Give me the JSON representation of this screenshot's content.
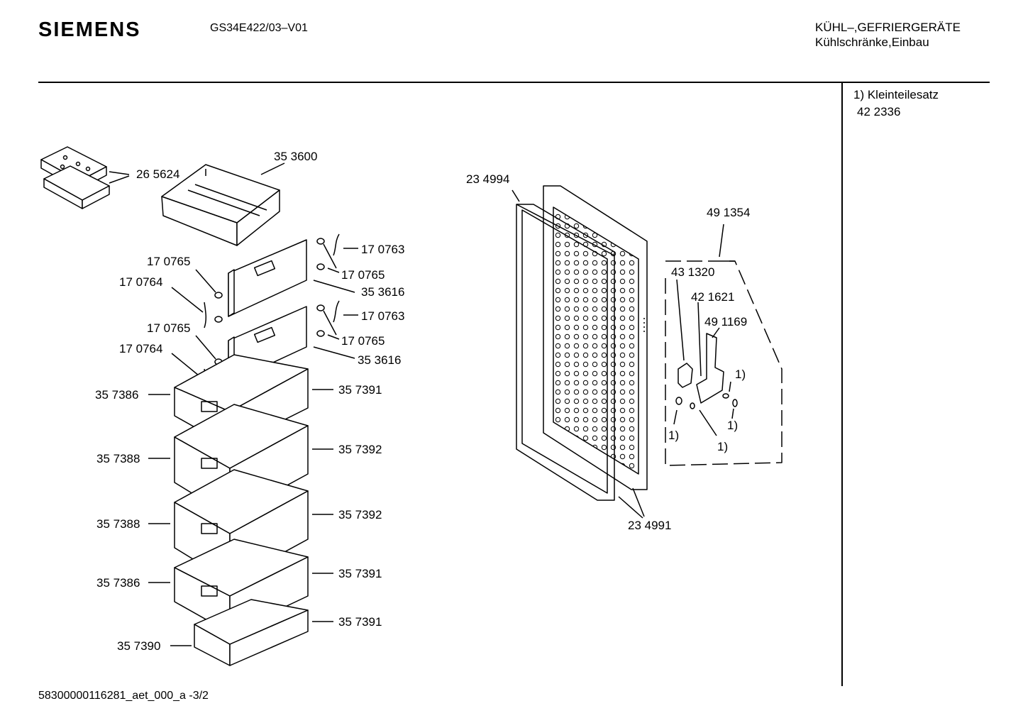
{
  "header": {
    "brand": "SIEMENS",
    "model": "GS34E422/03–V01",
    "category_line1": "KÜHL–,GEFRIERGERÄTE",
    "category_line2": "Kühlschränke,Einbau"
  },
  "notes": {
    "line1": "1) Kleinteilesatz",
    "line2": "42 2336"
  },
  "footer": "58300000116281_aet_000_a  -3/2",
  "parts": {
    "ice_packs": "26 5624",
    "top_tray": "35 3600",
    "hinge_pin_r1": "17 0763",
    "cap_r1": "17 0765",
    "flap_1": "35 3616",
    "cap_l1": "17 0765",
    "hinge_pin_l1": "17 0764",
    "hinge_pin_r2": "17 0763",
    "cap_r2": "17 0765",
    "flap_2": "35 3616",
    "cap_l2": "17 0765",
    "hinge_pin_l2": "17 0764",
    "drawer1_body": "35 7386",
    "drawer1_front": "35 7391",
    "drawer2_body": "35 7388",
    "drawer2_front": "35 7392",
    "drawer3_body": "35 7388",
    "drawer3_front": "35 7392",
    "drawer4_body": "35 7386",
    "drawer4_front": "35 7391",
    "drawer5_body": "35 7390",
    "drawer5_front": "35 7391",
    "door_gasket": "23 4994",
    "door_panel": "23 4991",
    "hinge_kit": "49 1354",
    "hinge_part_a": "43 1320",
    "hinge_part_b": "42 1621",
    "hinge_bracket": "49 1169",
    "kit_mark_1": "1)",
    "kit_mark_2": "1)",
    "kit_mark_3": "1)",
    "kit_mark_4": "1)"
  }
}
